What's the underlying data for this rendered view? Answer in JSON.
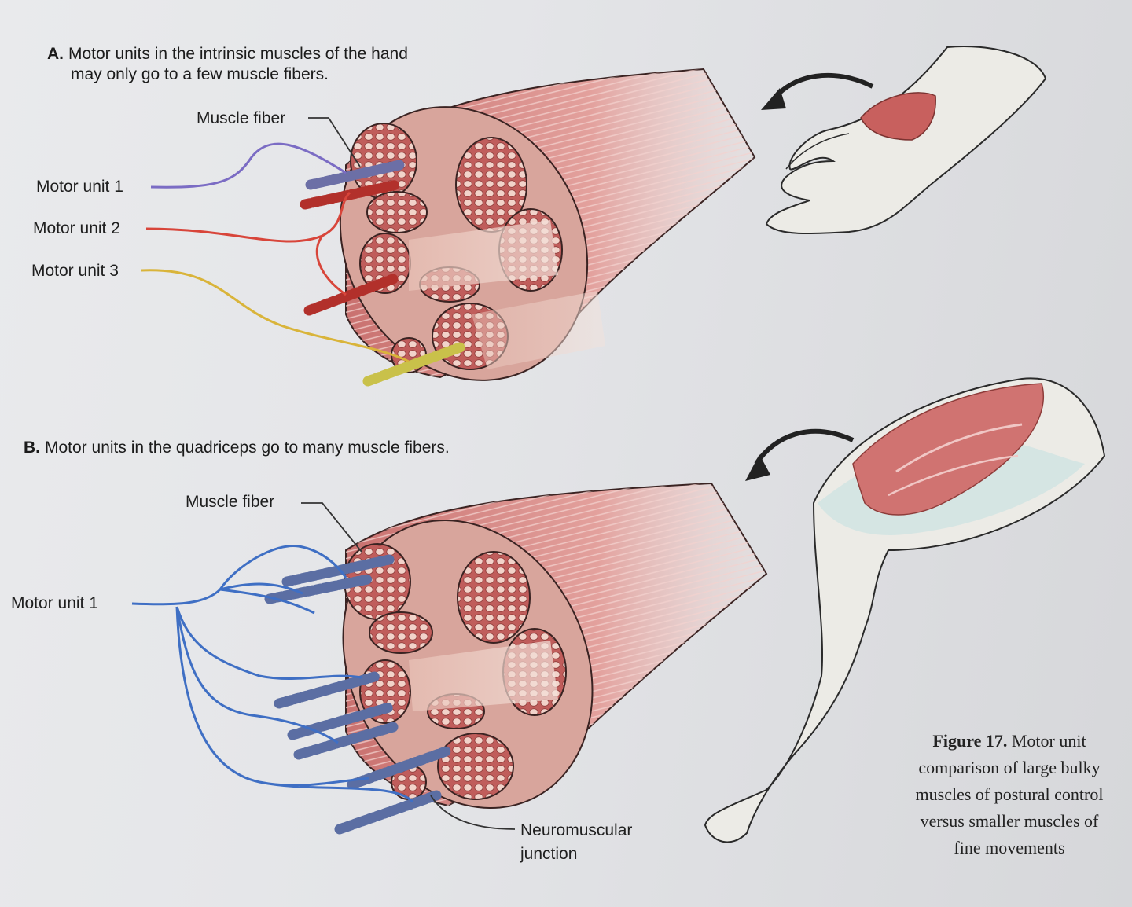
{
  "panel_a": {
    "letter": "A.",
    "heading_line1": "Motor units in the intrinsic muscles of the hand",
    "heading_line2": "may only go to a few muscle fibers.",
    "muscle_fiber_label": "Muscle fiber",
    "motor_units": [
      {
        "label": "Motor unit 1",
        "color": "#7b6cc4"
      },
      {
        "label": "Motor unit 2",
        "color": "#d8453a"
      },
      {
        "label": "Motor unit 3",
        "color": "#d9b43a"
      }
    ]
  },
  "panel_b": {
    "letter": "B.",
    "heading": "Motor units in the quadriceps go to many muscle fibers.",
    "muscle_fiber_label": "Muscle fiber",
    "motor_unit_label": "Motor unit 1",
    "motor_unit_color": "#3f6fc4",
    "junction_label_line1": "Neuromuscular",
    "junction_label_line2": "junction"
  },
  "caption": {
    "figure": "Figure 17.",
    "line1": "Motor unit",
    "line2": "comparison of large bulky",
    "line3": "muscles of postural control",
    "line4": "versus smaller muscles of",
    "line5": "fine movements"
  },
  "colors": {
    "muscle": "#d98a87",
    "muscle_dark": "#b8605e",
    "fascicle": "#f0d6cc",
    "skin": "#ecebe6",
    "tendon": "#cfe4e2"
  }
}
